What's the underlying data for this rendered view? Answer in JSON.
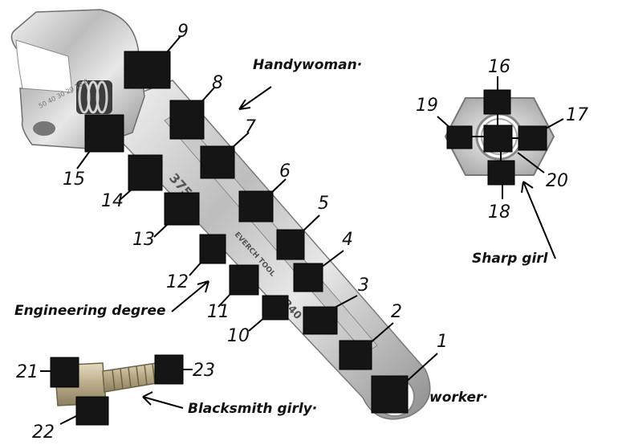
{
  "phrases": {
    "handywoman": "Handywoman·",
    "worker": "worker·",
    "engineering": "Engineering degree",
    "blacksmith": "Blacksmith girly·",
    "sharp": "Sharp girl"
  },
  "labels": {
    "n1": "1",
    "n2": "2",
    "n3": "3",
    "n4": "4",
    "n5": "5",
    "n6": "6",
    "n7": "7",
    "n8": "8",
    "n9": "9",
    "n10": "10",
    "n11": "11",
    "n12": "12",
    "n13": "13",
    "n14": "14",
    "n15": "15",
    "n16": "16",
    "n17": "17",
    "n18": "18",
    "n19": "19",
    "n20": "20",
    "n21": "21",
    "n22": "22",
    "n23": "23"
  },
  "wrench_markings": {
    "size": "375",
    "brand": "EVERCH TOOL",
    "scale": "50 40 30 20 10 0",
    "under": "340"
  }
}
